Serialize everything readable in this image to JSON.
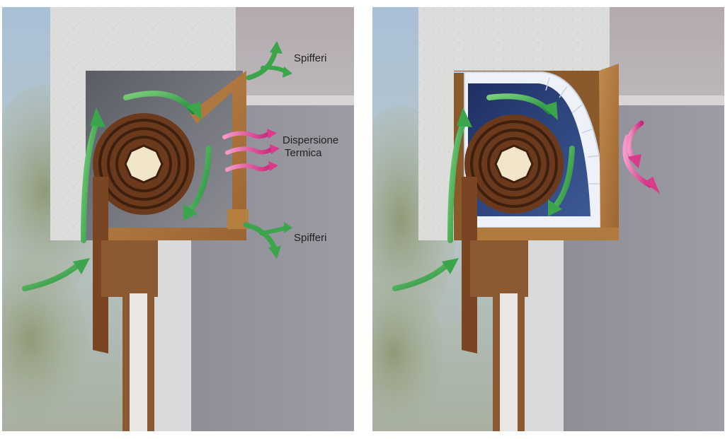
{
  "labels": {
    "drafts_top": "Spifferi",
    "heat_loss_line1": "Dispersione",
    "heat_loss_line2": "Termica",
    "drafts_bottom": "Spifferi"
  },
  "colors": {
    "wall_background": "#96959d",
    "ceiling": "#b8b3b6",
    "concrete": "#dcdcda",
    "box_wood": "#b07a3e",
    "box_wood_dark": "#8a5a2a",
    "shutter_roll": "#6b3a1c",
    "insulation_panel": "#eef2f8",
    "insulation_blue": "#2a3f7a",
    "draft_arrow": "#3aa54a",
    "heat_arrow": "#d93a8a",
    "window_frame": "#8b5a32",
    "foliage": "#9aa68c"
  },
  "panels": [
    {
      "variant": "uninsulated-box"
    },
    {
      "variant": "insulated-box"
    }
  ]
}
